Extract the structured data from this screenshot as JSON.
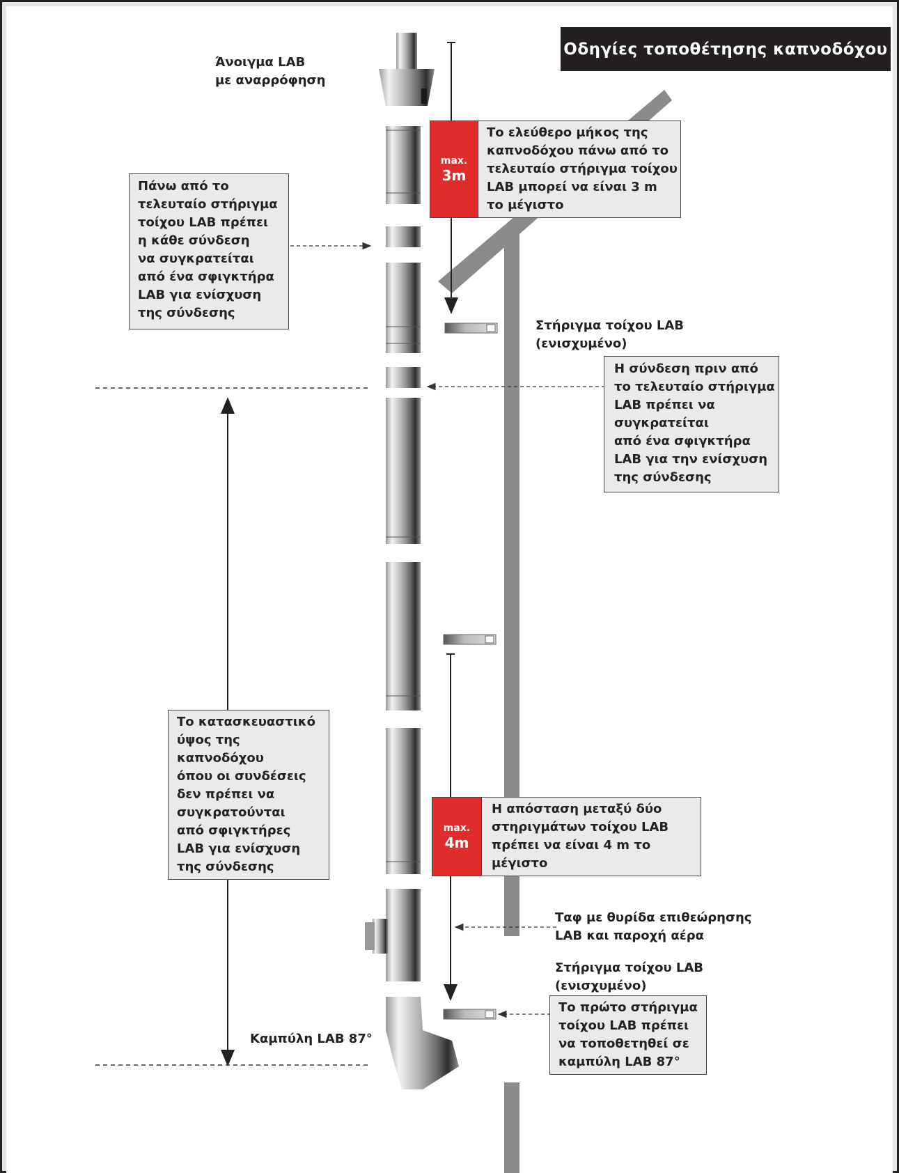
{
  "title": "Οδηγίες τοποθέτησης καπνοδόχου",
  "labels": {
    "top_cap": [
      "Άνοιγμα LAB",
      "με αναρρόφηση"
    ],
    "wall_bracket_top": [
      "Στήριγμα τοίχου LAB",
      "(ενισχυμένο)"
    ],
    "tee": [
      "Ταφ με θυρίδα επιθεώρησης",
      "LAB και παροχή αέρα"
    ],
    "wall_bracket_bottom": [
      "Στήριγμα τοίχου LAB",
      "(ενισχυμένο)"
    ],
    "elbow": "Καμπύλη LAB 87°"
  },
  "boxes": {
    "free_length": [
      "Το ελεύθερο μήκος της",
      "καπνοδόχου πάνω από το",
      "τελευταίο στήριγμα τοίχου",
      "LAB μπορεί να είναι 3 m",
      "το μέγιστο"
    ],
    "above_last_bracket": [
      "Πάνω από το",
      "τελευταίο στήριγμα",
      "τοίχου LAB πρέπει",
      "η κάθε σύνδεση",
      "να συγκρατείται",
      "από ένα σφιγκτήρα",
      "LAB για ενίσχυση",
      "της σύνδεσης"
    ],
    "connection_before": [
      "Η σύνδεση πριν από",
      "το τελευταίο στήριγμα",
      "LAB πρέπει να",
      "συγκρατείται",
      "από ένα σφιγκτήρα",
      "LAB για την ενίσχυση",
      "της σύνδεσης"
    ],
    "construction_height": [
      "Το κατασκευαστικό",
      "ύψος της",
      "καπνοδόχου",
      "όπου οι συνδέσεις",
      "δεν πρέπει να",
      "συγκρατούνται",
      "από σφιγκτήρες",
      "LAB για ενίσχυση",
      "της σύνδεσης"
    ],
    "distance": [
      "Η απόσταση μεταξύ δύο",
      "στηριγμάτων τοίχου LAB",
      "πρέπει να είναι 4 m το",
      "μέγιστο"
    ],
    "first_bracket": [
      "Το πρώτο στήριγμα",
      "τοίχου LAB πρέπει",
      "να τοποθετηθεί σε",
      "καμπύλη LAB 87°"
    ]
  },
  "red_tags": {
    "top": {
      "small": "max.",
      "big": "3m"
    },
    "bottom": {
      "small": "max.",
      "big": "4m"
    }
  },
  "colors": {
    "accent_red": "#e22b2b",
    "title_bg": "#231f20",
    "box_bg": "#e9eaeb",
    "wall": "#8a8a8a"
  }
}
